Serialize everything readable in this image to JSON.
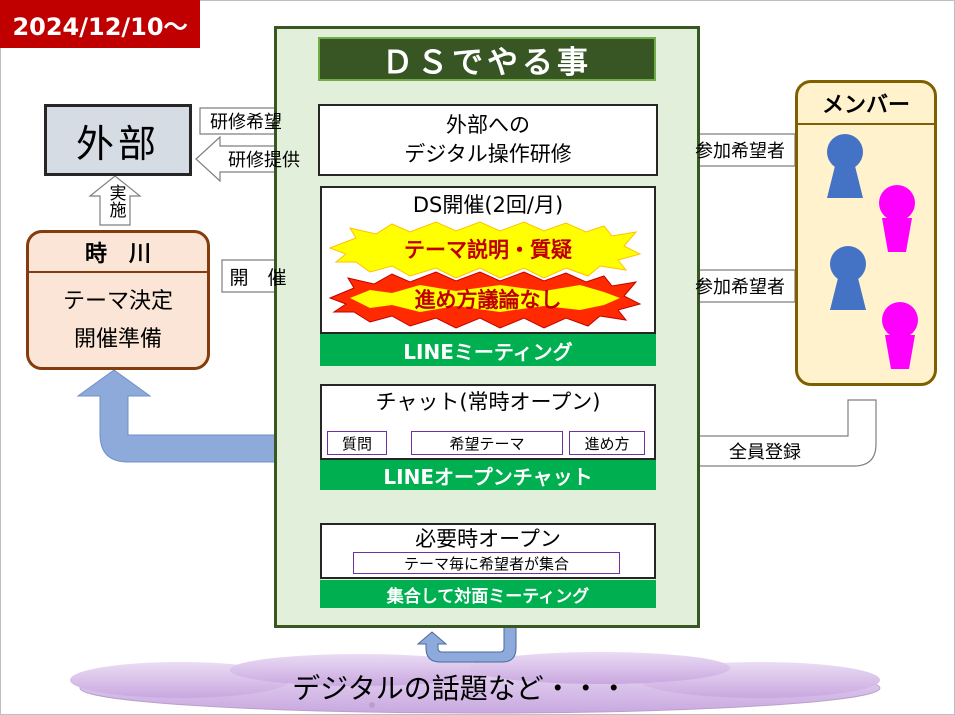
{
  "date_label": "2024/12/10～",
  "title": "ＤＳでやる事",
  "outside": {
    "label": "外部"
  },
  "arrows": {
    "training_request": "研修希望",
    "training_offer": "研修提供",
    "implement": "実施",
    "hold": "開　催",
    "applicants_1": "参加希望者",
    "applicants_2": "参加希望者",
    "all_register": "全員登録"
  },
  "training_box": {
    "line1": "外部への",
    "line2": "デジタル操作研修"
  },
  "tokikawa": {
    "name": "時　川",
    "line1": "テーマ決定",
    "line2": "開催準備"
  },
  "members": {
    "title": "メンバー"
  },
  "meeting": {
    "title": "DS開催(2回/月)",
    "burst1": "テーマ説明・質疑",
    "burst2": "進め方議論なし",
    "band": "LINEミーティング"
  },
  "chat": {
    "title": "チャット(常時オープン)",
    "tag1": "質問",
    "tag2": "希望テーマ",
    "tag3": "進め方",
    "band": "LINEオープンチャット"
  },
  "offline": {
    "title": "必要時オープン",
    "sub": "テーマ毎に希望者が集合",
    "band": "集合して対面ミーティング"
  },
  "cloud": {
    "text": "デジタルの話題など・・・"
  },
  "colors": {
    "date_bg": "#c00000",
    "panel_bg": "#e2efda",
    "panel_border": "#385723",
    "title_bg": "#375623",
    "band_green": "#00b050",
    "blue_arrow": "#8eaadb",
    "burst_yellow": "#ffff00",
    "burst_red": "#ff0000",
    "members_bg": "#fff2cc",
    "members_border": "#7f6000",
    "tokikawa_bg": "#fbe5d6",
    "tokikawa_border": "#843c0c",
    "person_blue": "#4472c4",
    "person_magenta": "#ff00ff",
    "cloud_fill": "#d9c3e9"
  }
}
